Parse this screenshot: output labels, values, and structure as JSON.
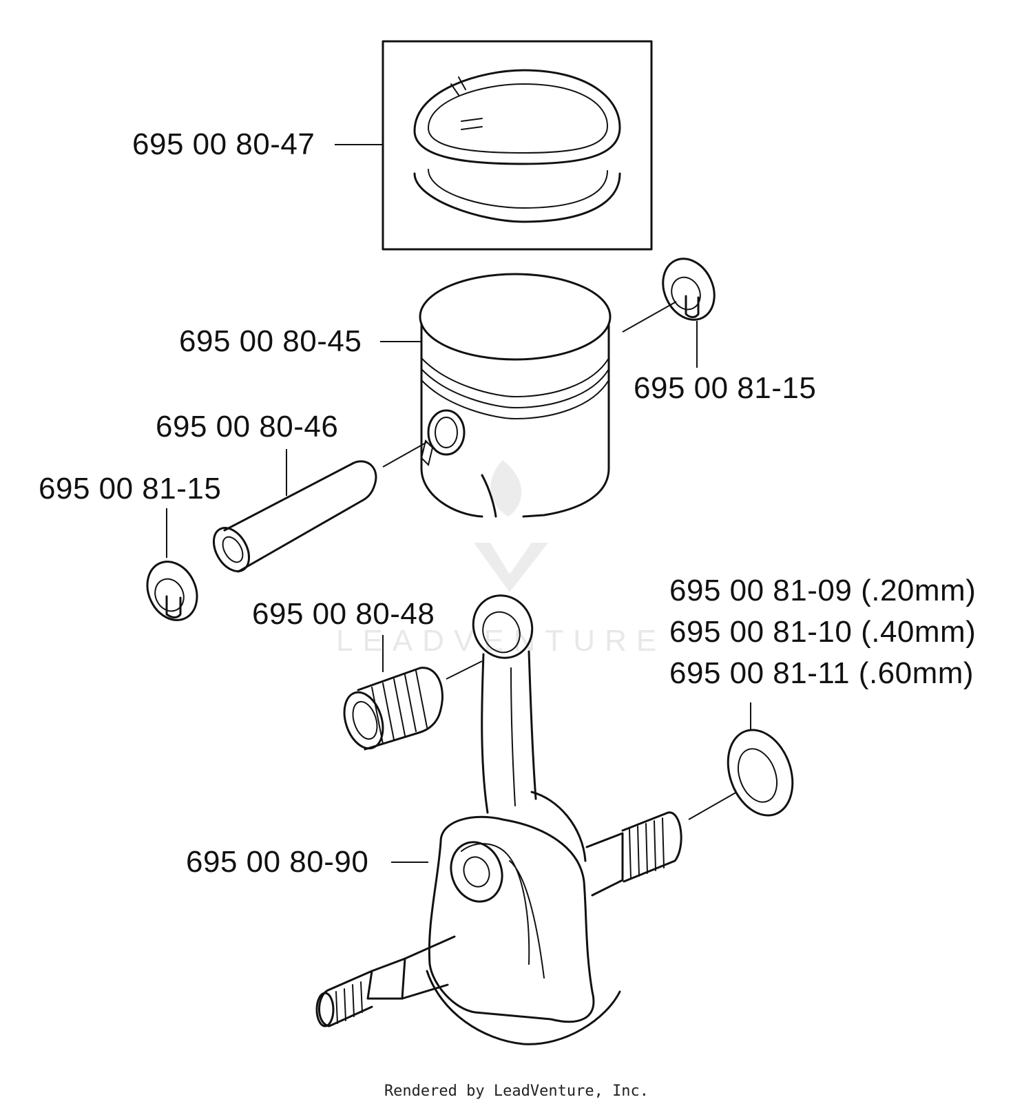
{
  "labels": {
    "rings": "695 00 80-47",
    "piston": "695 00 80-45",
    "circlip_right": "695 00 81-15",
    "piston_pin": "695 00 80-46",
    "circlip_left": "695 00 81-15",
    "needle_bearing": "695 00 80-48",
    "washer_1": "695 00 81-09 (.20mm)",
    "washer_2": "695 00 81-10 (.40mm)",
    "washer_3": "695 00 81-11 (.60mm)",
    "crankshaft": "695 00 80-90"
  },
  "watermark": {
    "text": "LEADVENTURE"
  },
  "footer": {
    "credit": "Rendered by LeadVenture, Inc."
  }
}
